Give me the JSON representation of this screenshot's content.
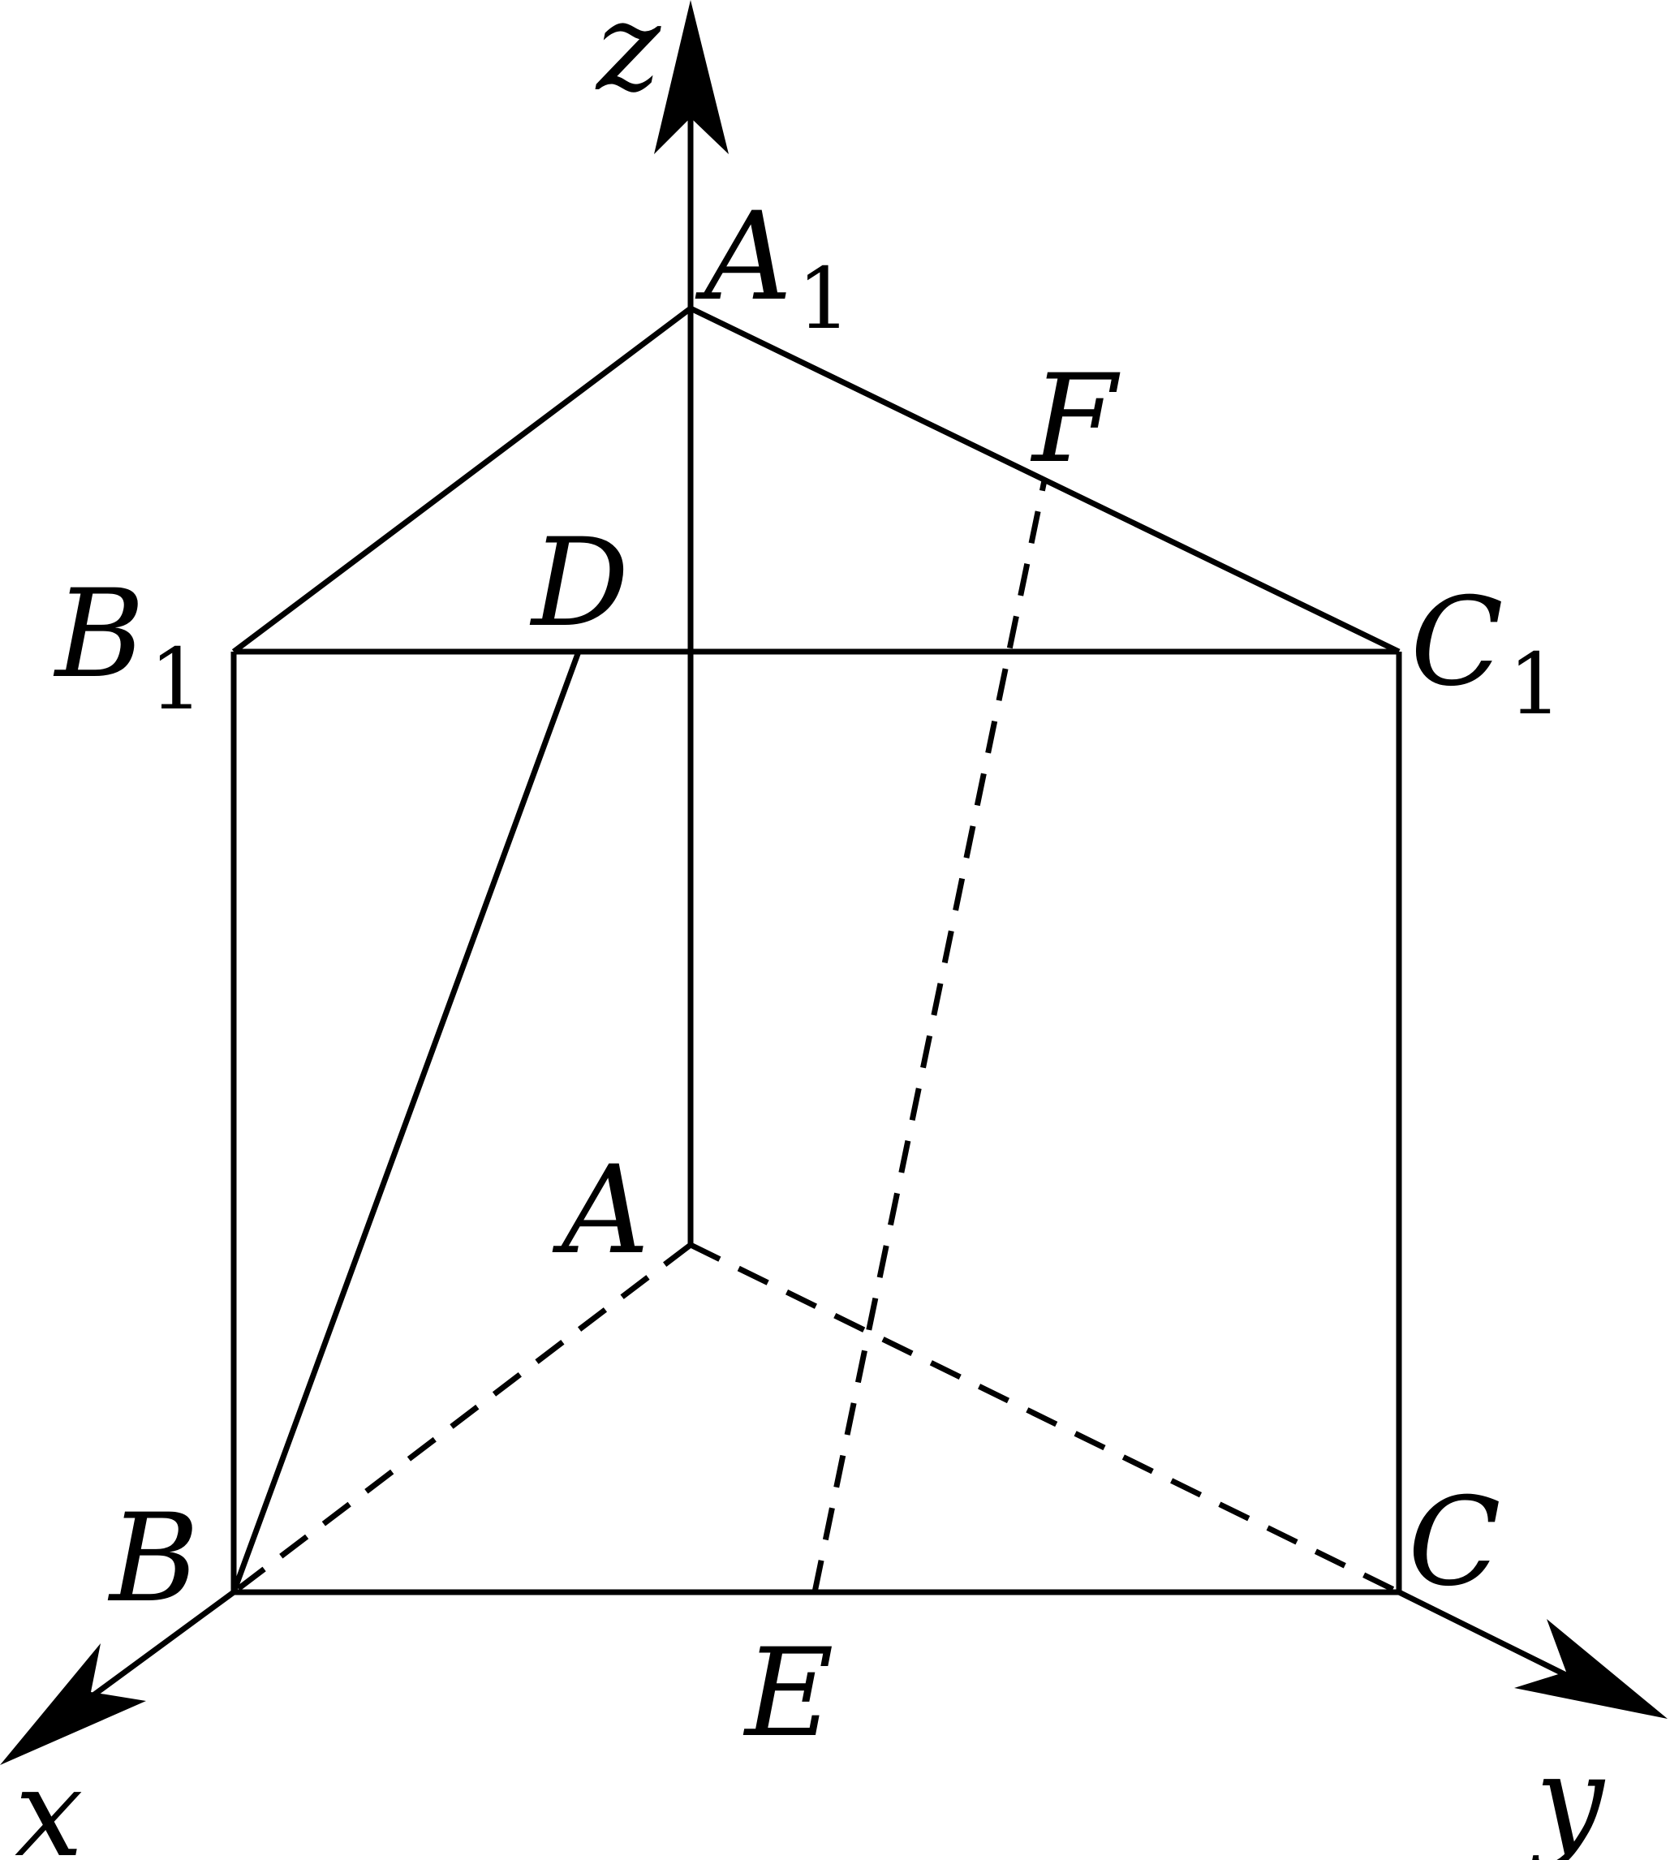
{
  "points": {
    "A1": {
      "letter": "A",
      "sub": "1"
    },
    "B1": {
      "letter": "B",
      "sub": "1"
    },
    "C1": {
      "letter": "C",
      "sub": "1"
    },
    "A": {
      "letter": "A",
      "sub": ""
    },
    "B": {
      "letter": "B",
      "sub": ""
    },
    "C": {
      "letter": "C",
      "sub": ""
    },
    "D": {
      "letter": "D",
      "sub": ""
    },
    "E": {
      "letter": "E",
      "sub": ""
    },
    "F": {
      "letter": "F",
      "sub": ""
    }
  },
  "axes": {
    "x": "x",
    "y": "y",
    "z": "z"
  },
  "colors": {
    "line": "#000000",
    "background": "#ffffff"
  }
}
